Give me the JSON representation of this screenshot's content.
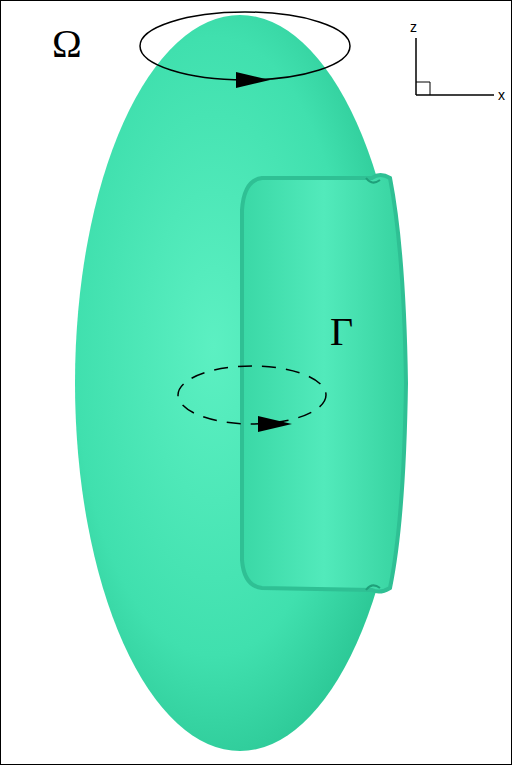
{
  "diagram": {
    "labels": [
      "Ω",
      "Γ",
      "z",
      "x"
    ]
  }
}
